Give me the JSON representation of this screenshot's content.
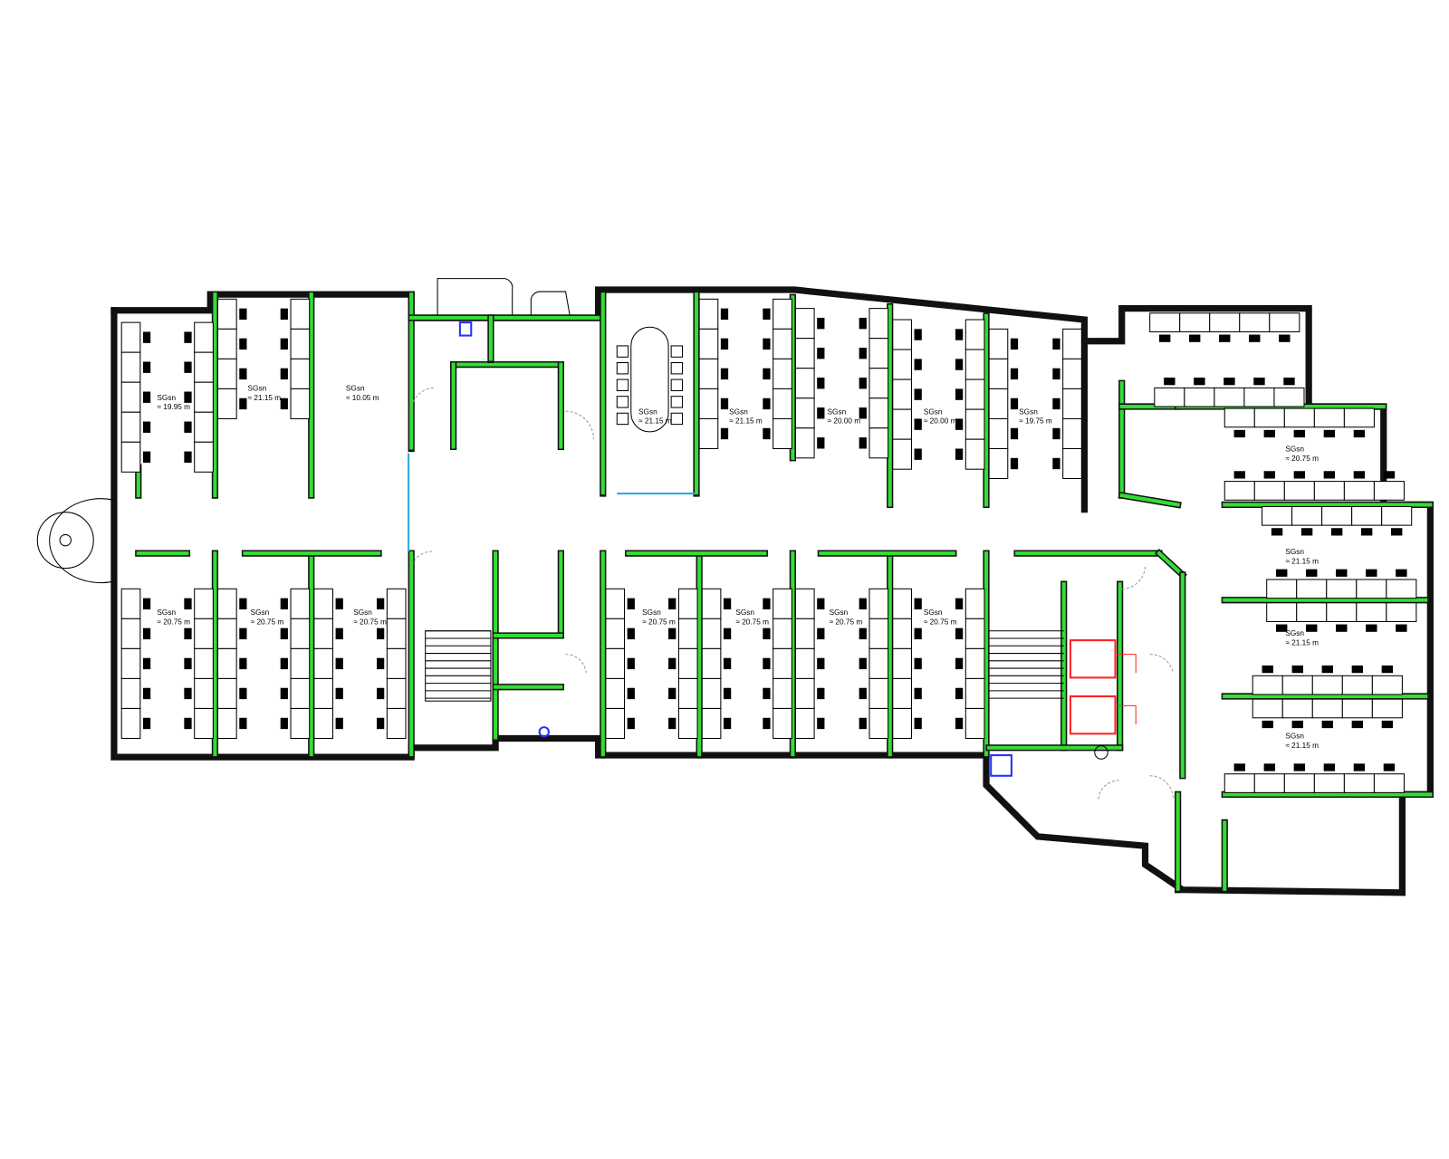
{
  "plan": {
    "title": "Office floor plan",
    "colors": {
      "wall": "#33dd33",
      "outline": "#111111",
      "lift": "#ff2222",
      "sanitary": "#2233ff",
      "glass": "#33aadd"
    },
    "rooms": [
      {
        "id": "tl1",
        "label": "SGsn",
        "area": "≈ 19.95 m"
      },
      {
        "id": "tl2",
        "label": "SGsn",
        "area": "≈ 21.15 m"
      },
      {
        "id": "tl3",
        "label": "SGsn",
        "area": "≈ 10.05 m"
      },
      {
        "id": "conf",
        "label": "SGsn",
        "area": "≈ 21.15 m"
      },
      {
        "id": "tm1",
        "label": "SGsn",
        "area": "≈ 21.15 m"
      },
      {
        "id": "tm2",
        "label": "SGsn",
        "area": "≈ 20.00 m"
      },
      {
        "id": "tm3",
        "label": "SGsn",
        "area": "≈ 20.00 m"
      },
      {
        "id": "tm4",
        "label": "SGsn",
        "area": "≈ 19.75 m"
      },
      {
        "id": "bl1",
        "label": "SGsn",
        "area": "≈ 20.75 m"
      },
      {
        "id": "bl2",
        "label": "SGsn",
        "area": "≈ 20.75 m"
      },
      {
        "id": "bl3",
        "label": "SGsn",
        "area": "≈ 20.75 m"
      },
      {
        "id": "bm1",
        "label": "SGsn",
        "area": "≈ 20.75 m"
      },
      {
        "id": "bm2",
        "label": "SGsn",
        "area": "≈ 20.75 m"
      },
      {
        "id": "bm3",
        "label": "SGsn",
        "area": "≈ 20.75 m"
      },
      {
        "id": "bm4",
        "label": "SGsn",
        "area": "≈ 20.75 m"
      },
      {
        "id": "r1",
        "label": "SGsn",
        "area": "≈ 20.75 m"
      },
      {
        "id": "r2",
        "label": "SGsn",
        "area": "≈ 21.15 m"
      },
      {
        "id": "r3",
        "label": "SGsn",
        "area": "≈ 21.15 m"
      },
      {
        "id": "r4",
        "label": "SGsn",
        "area": "≈ 21.15 m"
      }
    ]
  }
}
